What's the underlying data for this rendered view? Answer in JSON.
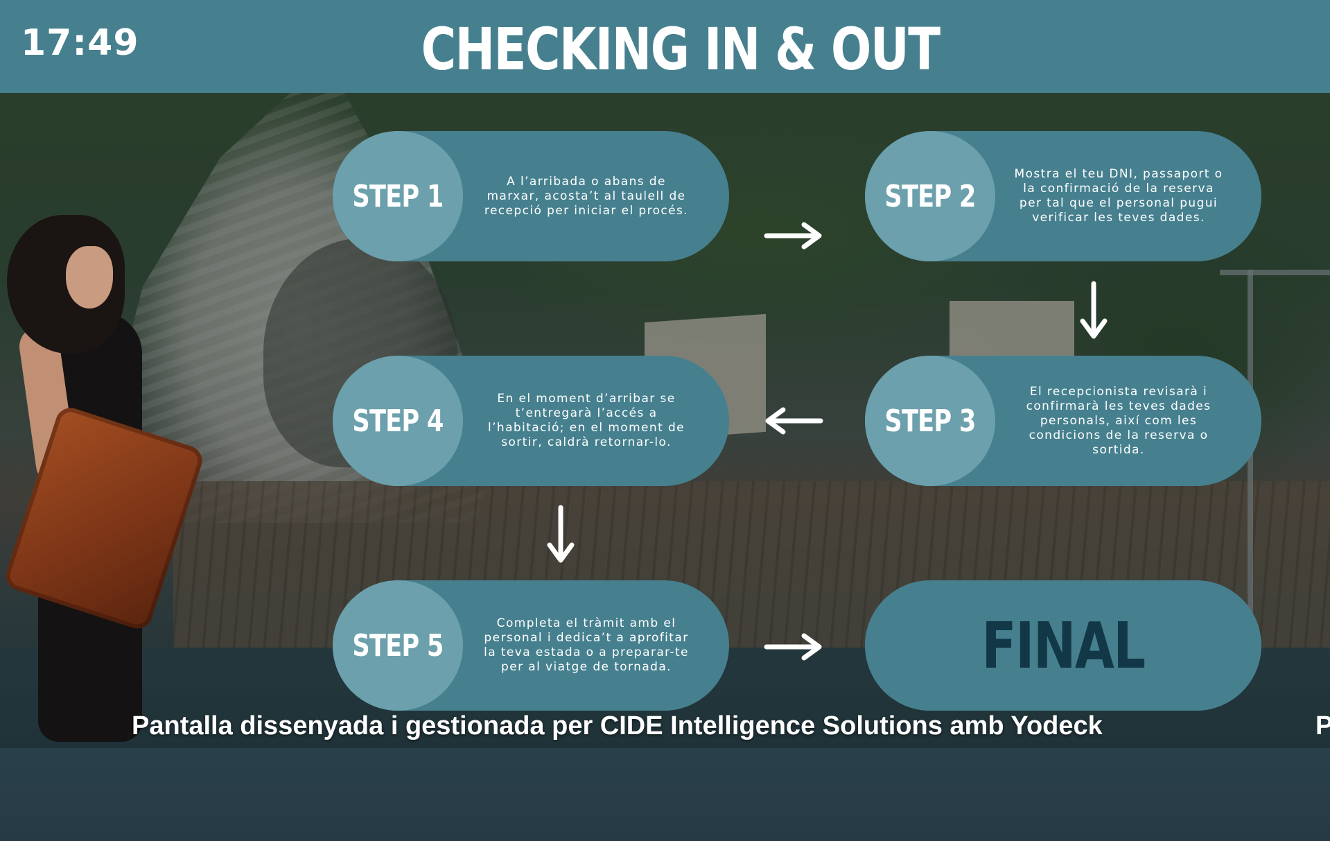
{
  "header": {
    "clock": "17:49",
    "title": "CHECKING IN & OUT"
  },
  "steps": [
    {
      "label": "STEP 1",
      "text": "A l’arribada o abans de marxar, acosta’t al taulell de recepció per iniciar el procés."
    },
    {
      "label": "STEP 2",
      "text": "Mostra el teu DNI, passaport o la confirmació de la reserva per tal que el personal pugui verificar les teves dades."
    },
    {
      "label": "STEP 3",
      "text": "El recepcionista revisarà i confirmarà les teves dades personals, així com les condicions de la reserva o sortida."
    },
    {
      "label": "STEP 4",
      "text": "En el moment d’arribar se t’entregarà l’accés a l’habitació; en el moment de sortir, caldrà retornar-lo."
    },
    {
      "label": "STEP 5",
      "text": "Completa el tràmit amb el personal i dedica’t a aprofitar la teva estada o a preparar-te per al viatge de tornada."
    }
  ],
  "final": {
    "label": "FINAL"
  },
  "footer": {
    "ticker": "Pantalla dissenyada i gestionada per CIDE Intelligence Solutions amb Yodeck",
    "ticker_repeat_start": "P"
  },
  "colors": {
    "header_bg": "#46808f",
    "pill_bg": "#46808f",
    "circle_bg": "#6ba0ac",
    "final_text": "#123847",
    "text": "#ffffff"
  },
  "icons": [
    "arrow-right-icon",
    "arrow-down-icon",
    "arrow-left-icon"
  ]
}
